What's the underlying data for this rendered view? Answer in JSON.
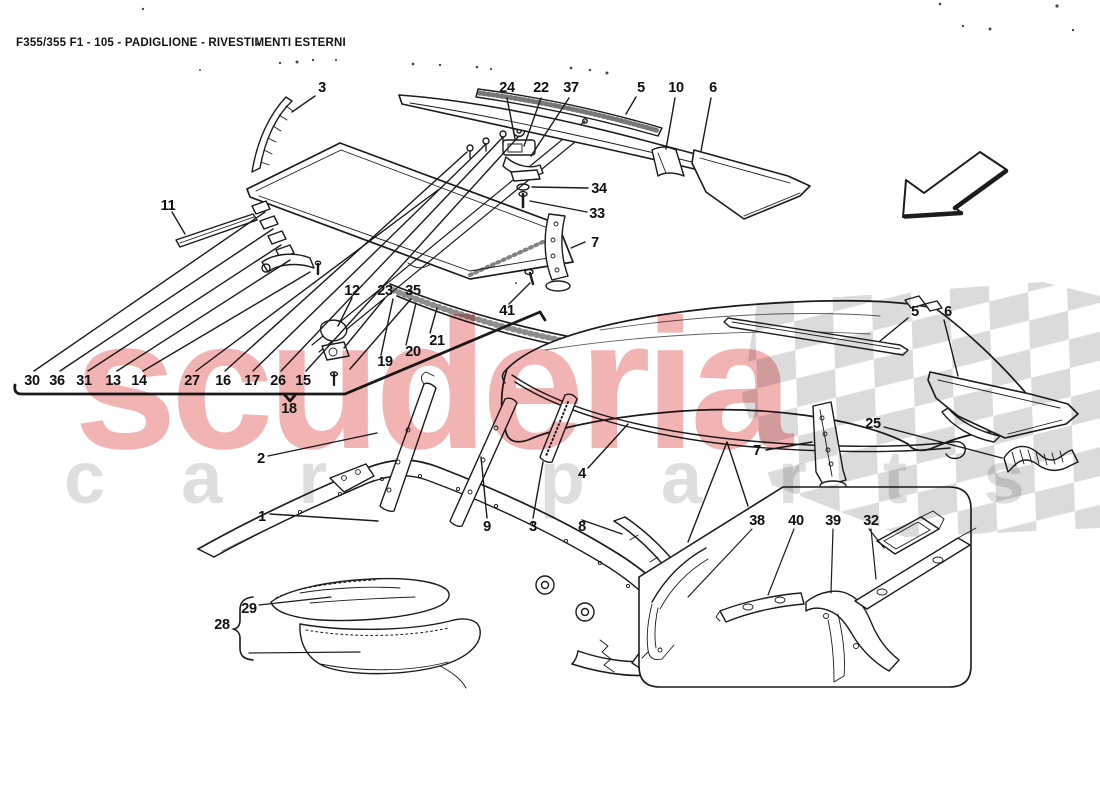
{
  "header": {
    "title": "F355/355 F1 - 105 - PADIGLIONE - RIVESTIMENTI ESTERNI"
  },
  "watermark": {
    "primary": "scuderia",
    "secondary": "car parts",
    "primary_color": "#f2b3b3",
    "secondary_color": "#dedede",
    "checker_color": "#d9d9d9"
  },
  "drawing": {
    "line_color": "#1c1c1c",
    "arrow_direction": "down-left"
  },
  "callouts": {
    "n3a": "3",
    "n24": "24",
    "n22": "22",
    "n37": "37",
    "n5a": "5",
    "n10": "10",
    "n6a": "6",
    "n34": "34",
    "n33": "33",
    "n7a": "7",
    "n11": "11",
    "n12": "12",
    "n23": "23",
    "n35": "35",
    "n41": "41",
    "n21": "21",
    "n20": "20",
    "n19": "19",
    "n30": "30",
    "n36": "36",
    "n31": "31",
    "n13": "13",
    "n14": "14",
    "n27": "27",
    "n16": "16",
    "n17": "17",
    "n26": "26",
    "n15": "15",
    "n18": "18",
    "n5b": "5",
    "n6b": "6",
    "n25": "25",
    "n7b": "7",
    "n2": "2",
    "n4": "4",
    "n1": "1",
    "n9": "9",
    "n3b": "3",
    "n8": "8",
    "n38": "38",
    "n40": "40",
    "n39": "39",
    "n32": "32",
    "n29": "29",
    "n28": "28"
  }
}
